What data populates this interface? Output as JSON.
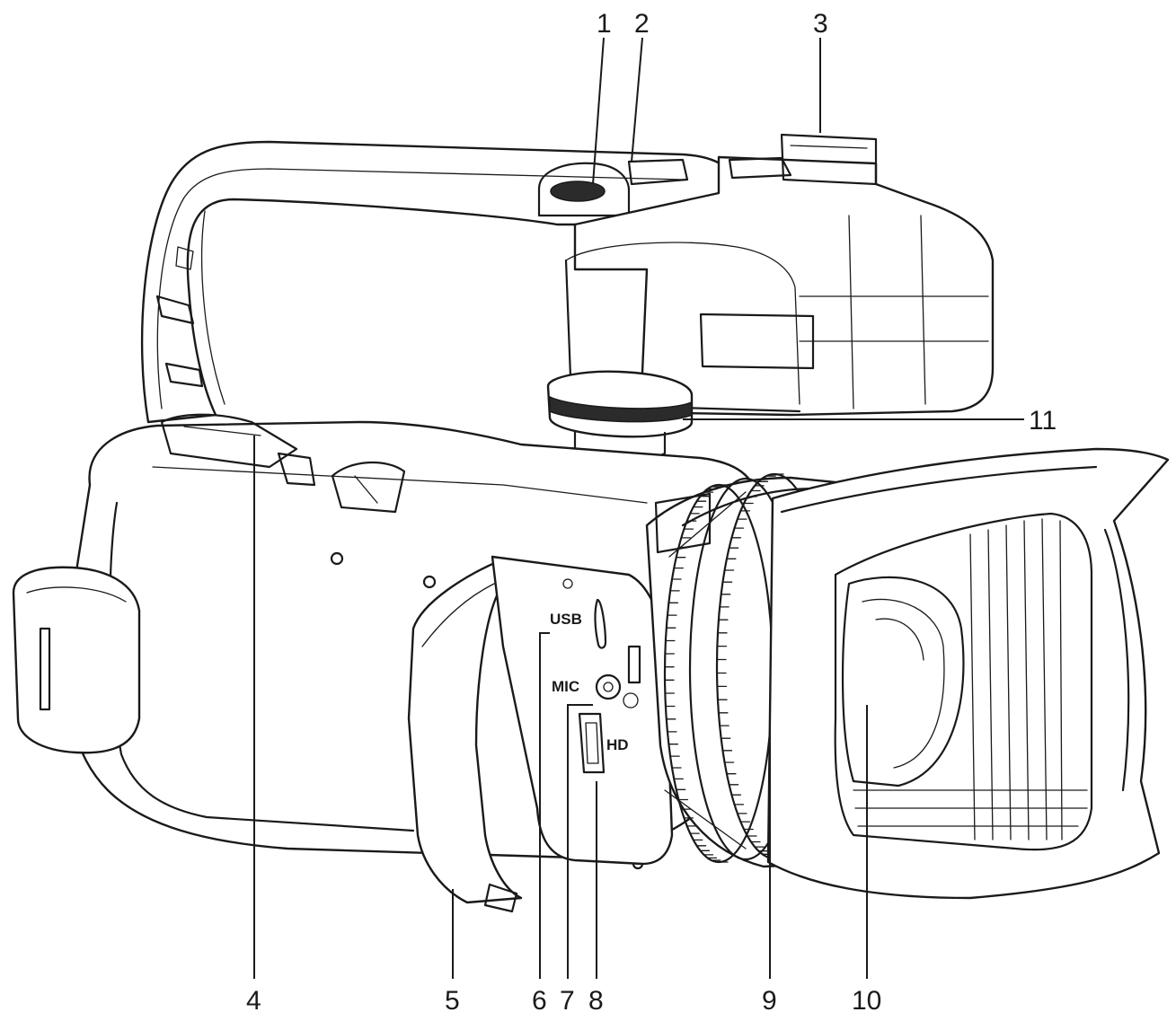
{
  "callouts": [
    {
      "id": "1",
      "label": "1"
    },
    {
      "id": "2",
      "label": "2"
    },
    {
      "id": "3",
      "label": "3"
    },
    {
      "id": "4",
      "label": "4"
    },
    {
      "id": "5",
      "label": "5"
    },
    {
      "id": "6",
      "label": "6"
    },
    {
      "id": "7",
      "label": "7"
    },
    {
      "id": "8",
      "label": "8"
    },
    {
      "id": "9",
      "label": "9"
    },
    {
      "id": "10",
      "label": "10"
    },
    {
      "id": "11",
      "label": "11"
    }
  ],
  "ports": {
    "usb": "USB",
    "mic": "MIC",
    "hd": "HD"
  }
}
